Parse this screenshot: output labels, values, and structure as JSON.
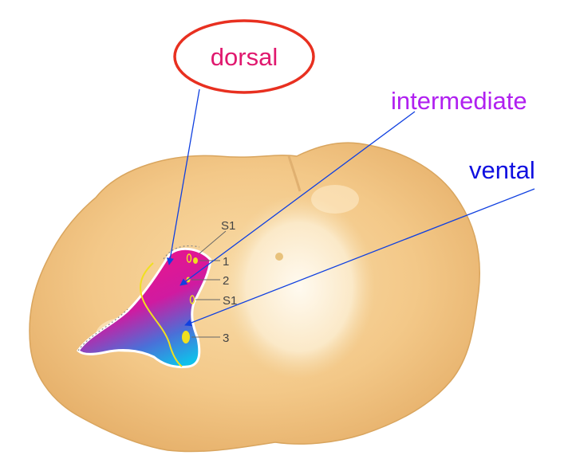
{
  "labels": {
    "dorsal": "dorsal",
    "intermediate": "intermediate",
    "ventral": "vental"
  },
  "markers": {
    "s1_top": "S1",
    "m1": "1",
    "m2": "2",
    "s1_mid": "S1",
    "m3": "3"
  },
  "colors": {
    "dorsal_text": "#e0186e",
    "intermediate_text": "#b020f0",
    "ventral_text": "#1010e0",
    "arrow": "#1040e0",
    "highlight_circle": "#e83020",
    "region_magenta": "#ee1488",
    "region_cyan": "#10b8e8",
    "boundary_line": "#f0e020",
    "tissue": "#f1c785"
  }
}
